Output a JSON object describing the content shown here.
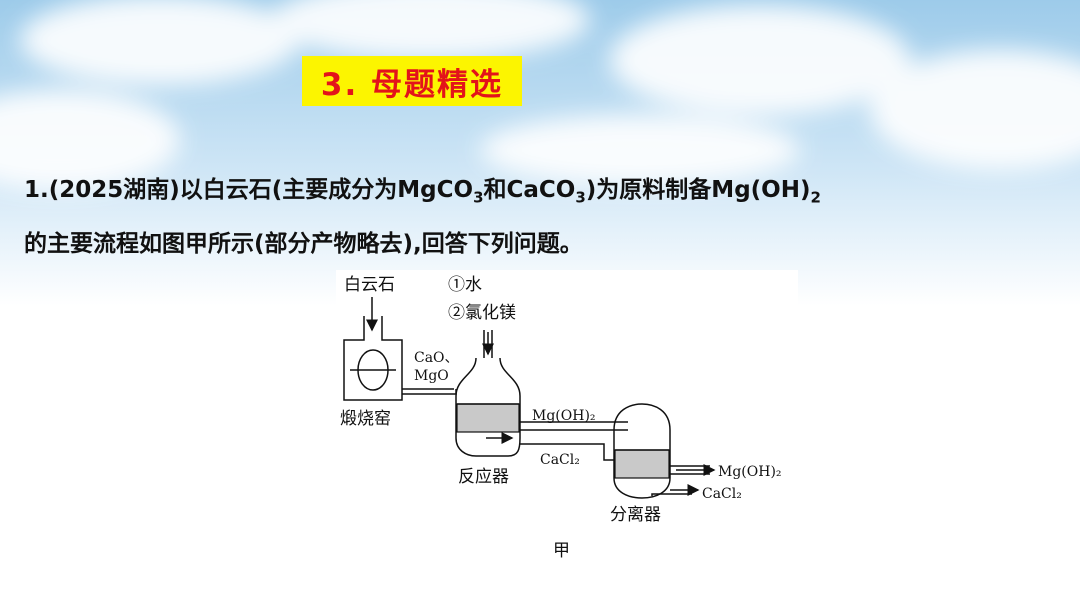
{
  "slide": {
    "title": "3. 母题精选",
    "question": {
      "line1": {
        "seg1": "1.(2025湖南)以白云石(主要成分为MgCO",
        "sub1": "3",
        "seg2": "和CaCO",
        "sub2": "3",
        "seg3": ")为原料制备Mg(OH)",
        "sub3": "2"
      },
      "line2": "的主要流程如图甲所示(部分产物略去),回答下列问题。"
    },
    "figure": {
      "caption": "甲",
      "feed_dolomite": "白云石",
      "kiln_label": "煅烧窑",
      "kiln_out_line1": "CaO、",
      "kiln_out_line2": "MgO",
      "reagent1": "①水",
      "reagent2": "②氯化镁",
      "reactor_label": "反应器",
      "upper_pipe_label": "Mg(OH)₂",
      "lower_pipe_label": "CaCl₂",
      "separator_label": "分离器",
      "out_upper": "Mg(OH)₂",
      "out_lower": "CaCl₂"
    },
    "colors": {
      "title_bg": "#fcf500",
      "title_text": "#e3131a",
      "liquid_fill": "#c9c9c9",
      "sky_top": "#9dcbea",
      "sky_bottom": "#ffffff"
    }
  }
}
